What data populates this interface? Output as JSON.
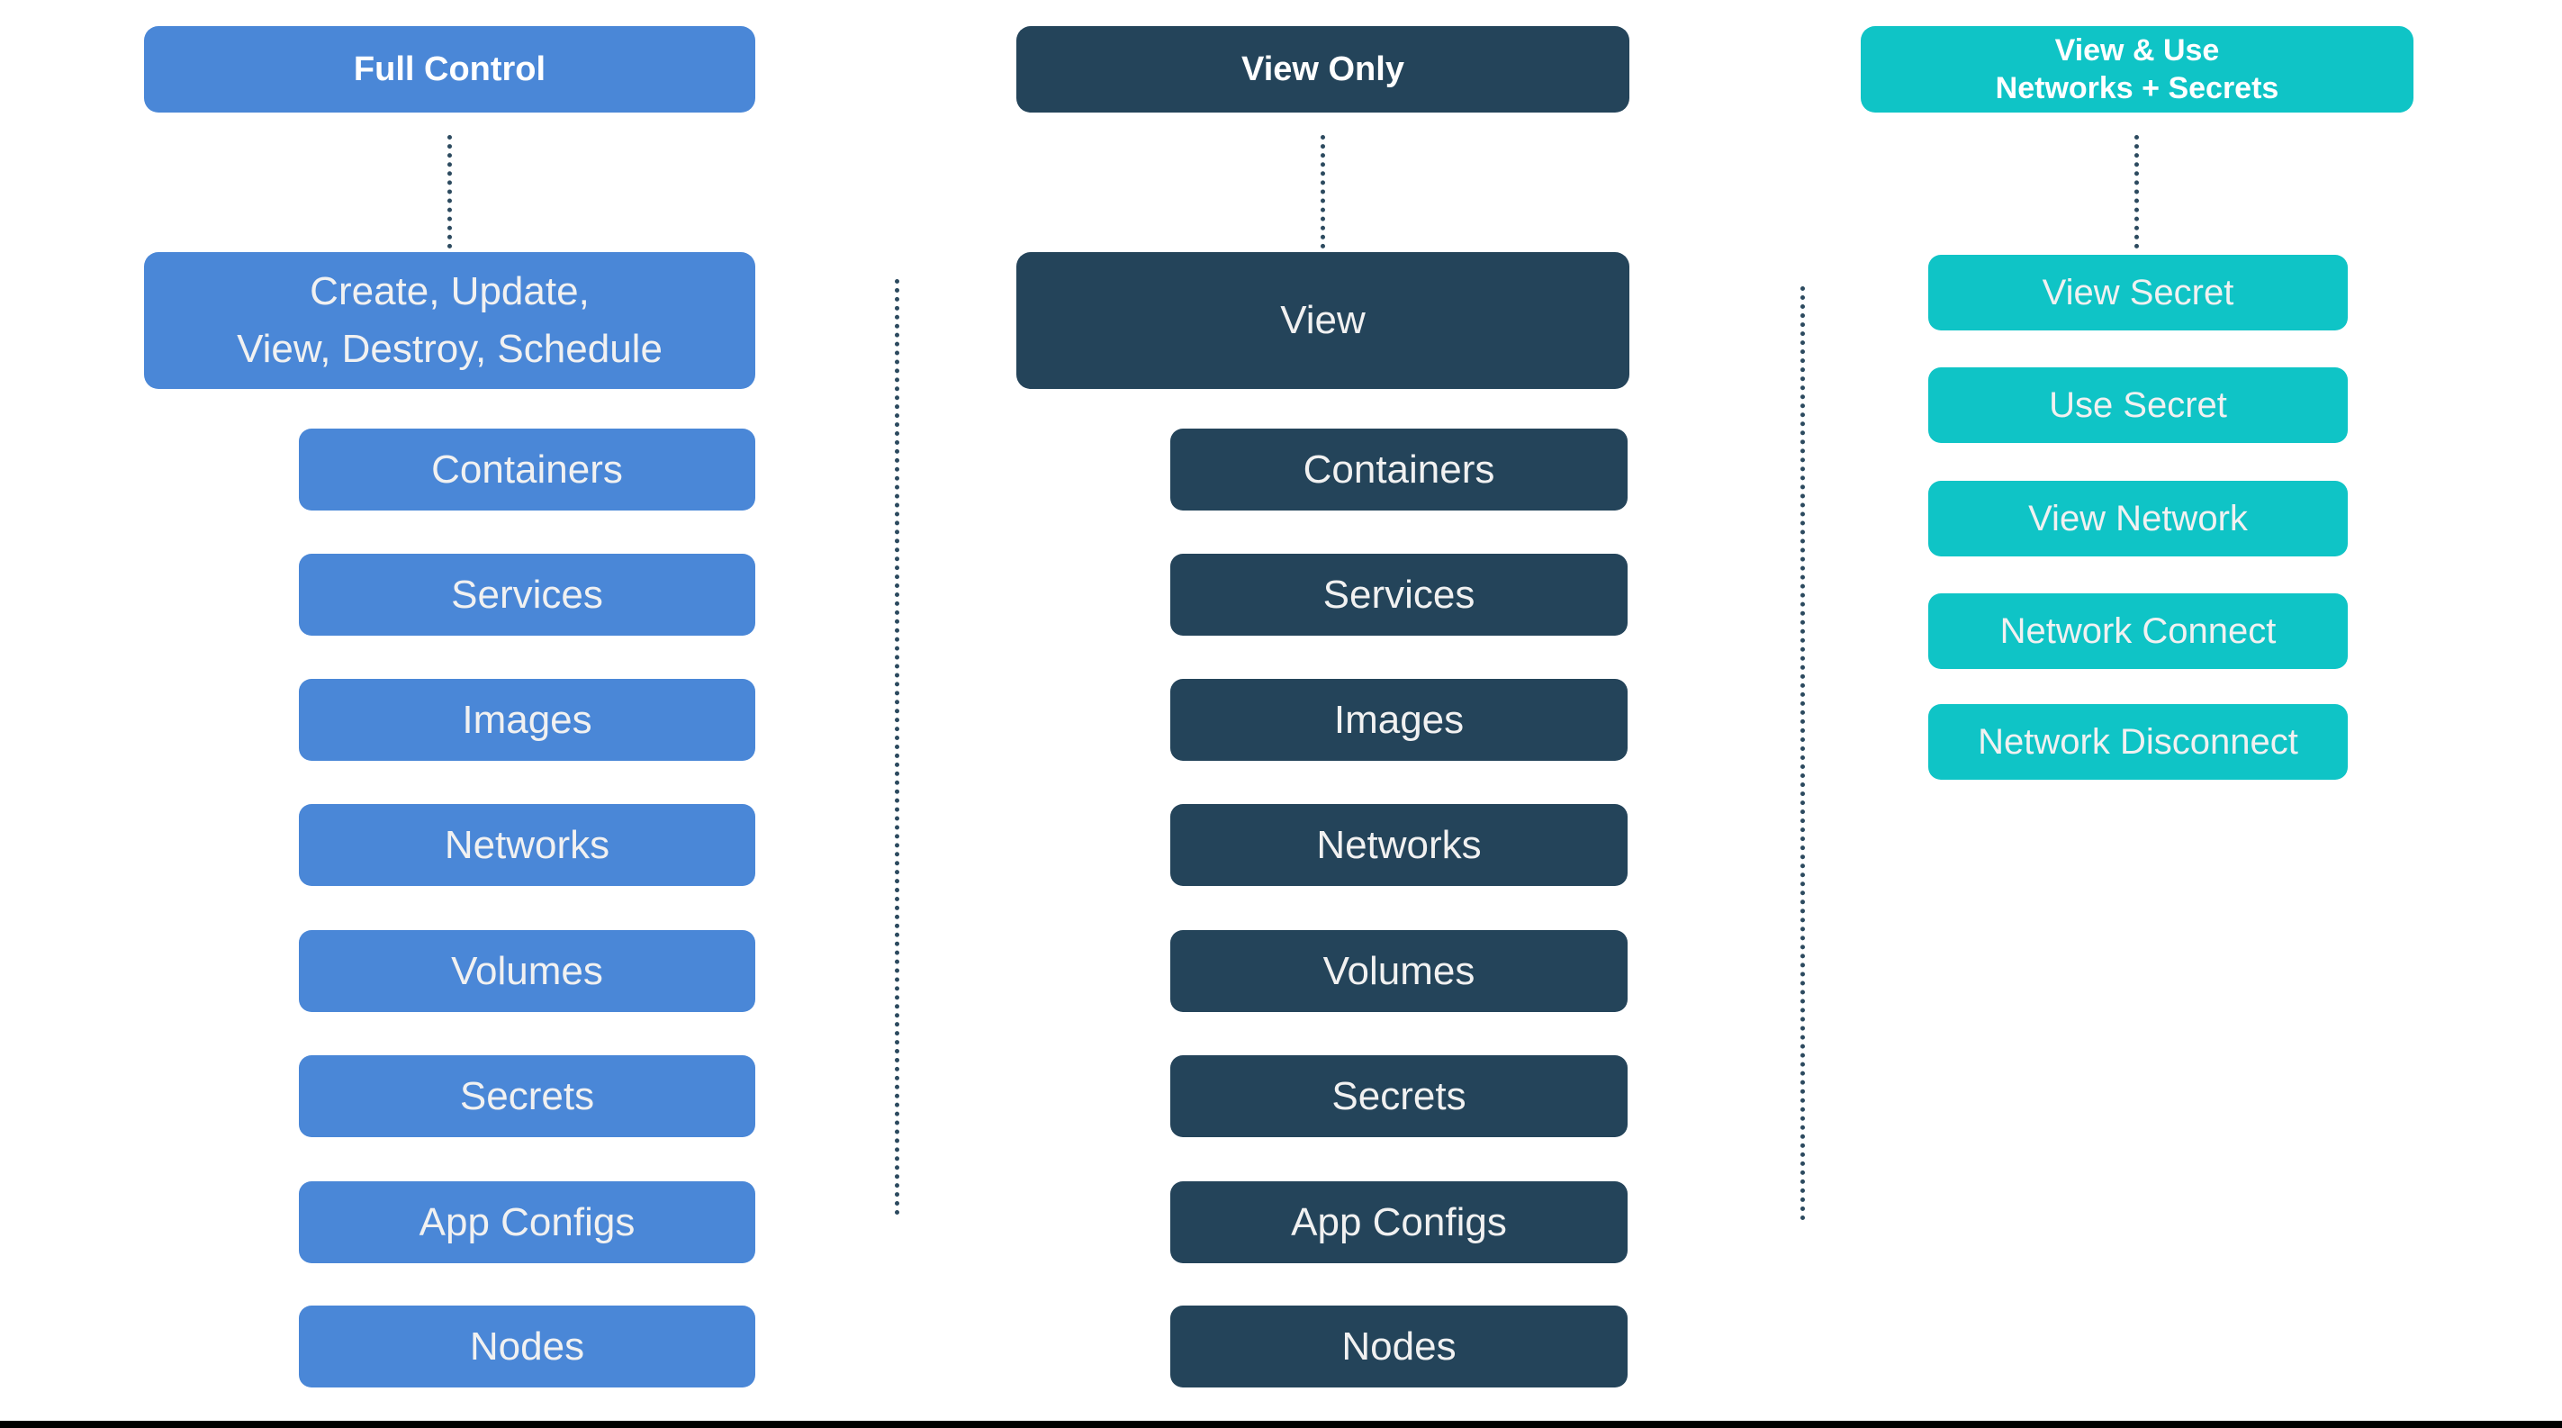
{
  "diagram_title": "Docker permission roles diagram",
  "colors": {
    "blue": "#4A87D7",
    "navy": "#24445A",
    "teal": "#0FC4C6",
    "dots": "#2C4A5F",
    "text_header": "#FFFFFF",
    "text_body": "#F1F1F1",
    "background": "#FFFFFF",
    "rule": "#000000"
  },
  "column1": {
    "header": "Full Control",
    "main_line1": "Create, Update,",
    "main_line2": "View, Destroy, Schedule",
    "items": [
      "Containers",
      "Services",
      "Images",
      "Networks",
      "Volumes",
      "Secrets",
      "App Configs",
      "Nodes"
    ]
  },
  "column2": {
    "header": "View Only",
    "main": "View",
    "items": [
      "Containers",
      "Services",
      "Images",
      "Networks",
      "Volumes",
      "Secrets",
      "App Configs",
      "Nodes"
    ]
  },
  "column3": {
    "header_line1": "View & Use",
    "header_line2": "Networks + Secrets",
    "items": [
      "View Secret",
      "Use Secret",
      "View Network",
      "Network Connect",
      "Network Disconnect"
    ]
  }
}
